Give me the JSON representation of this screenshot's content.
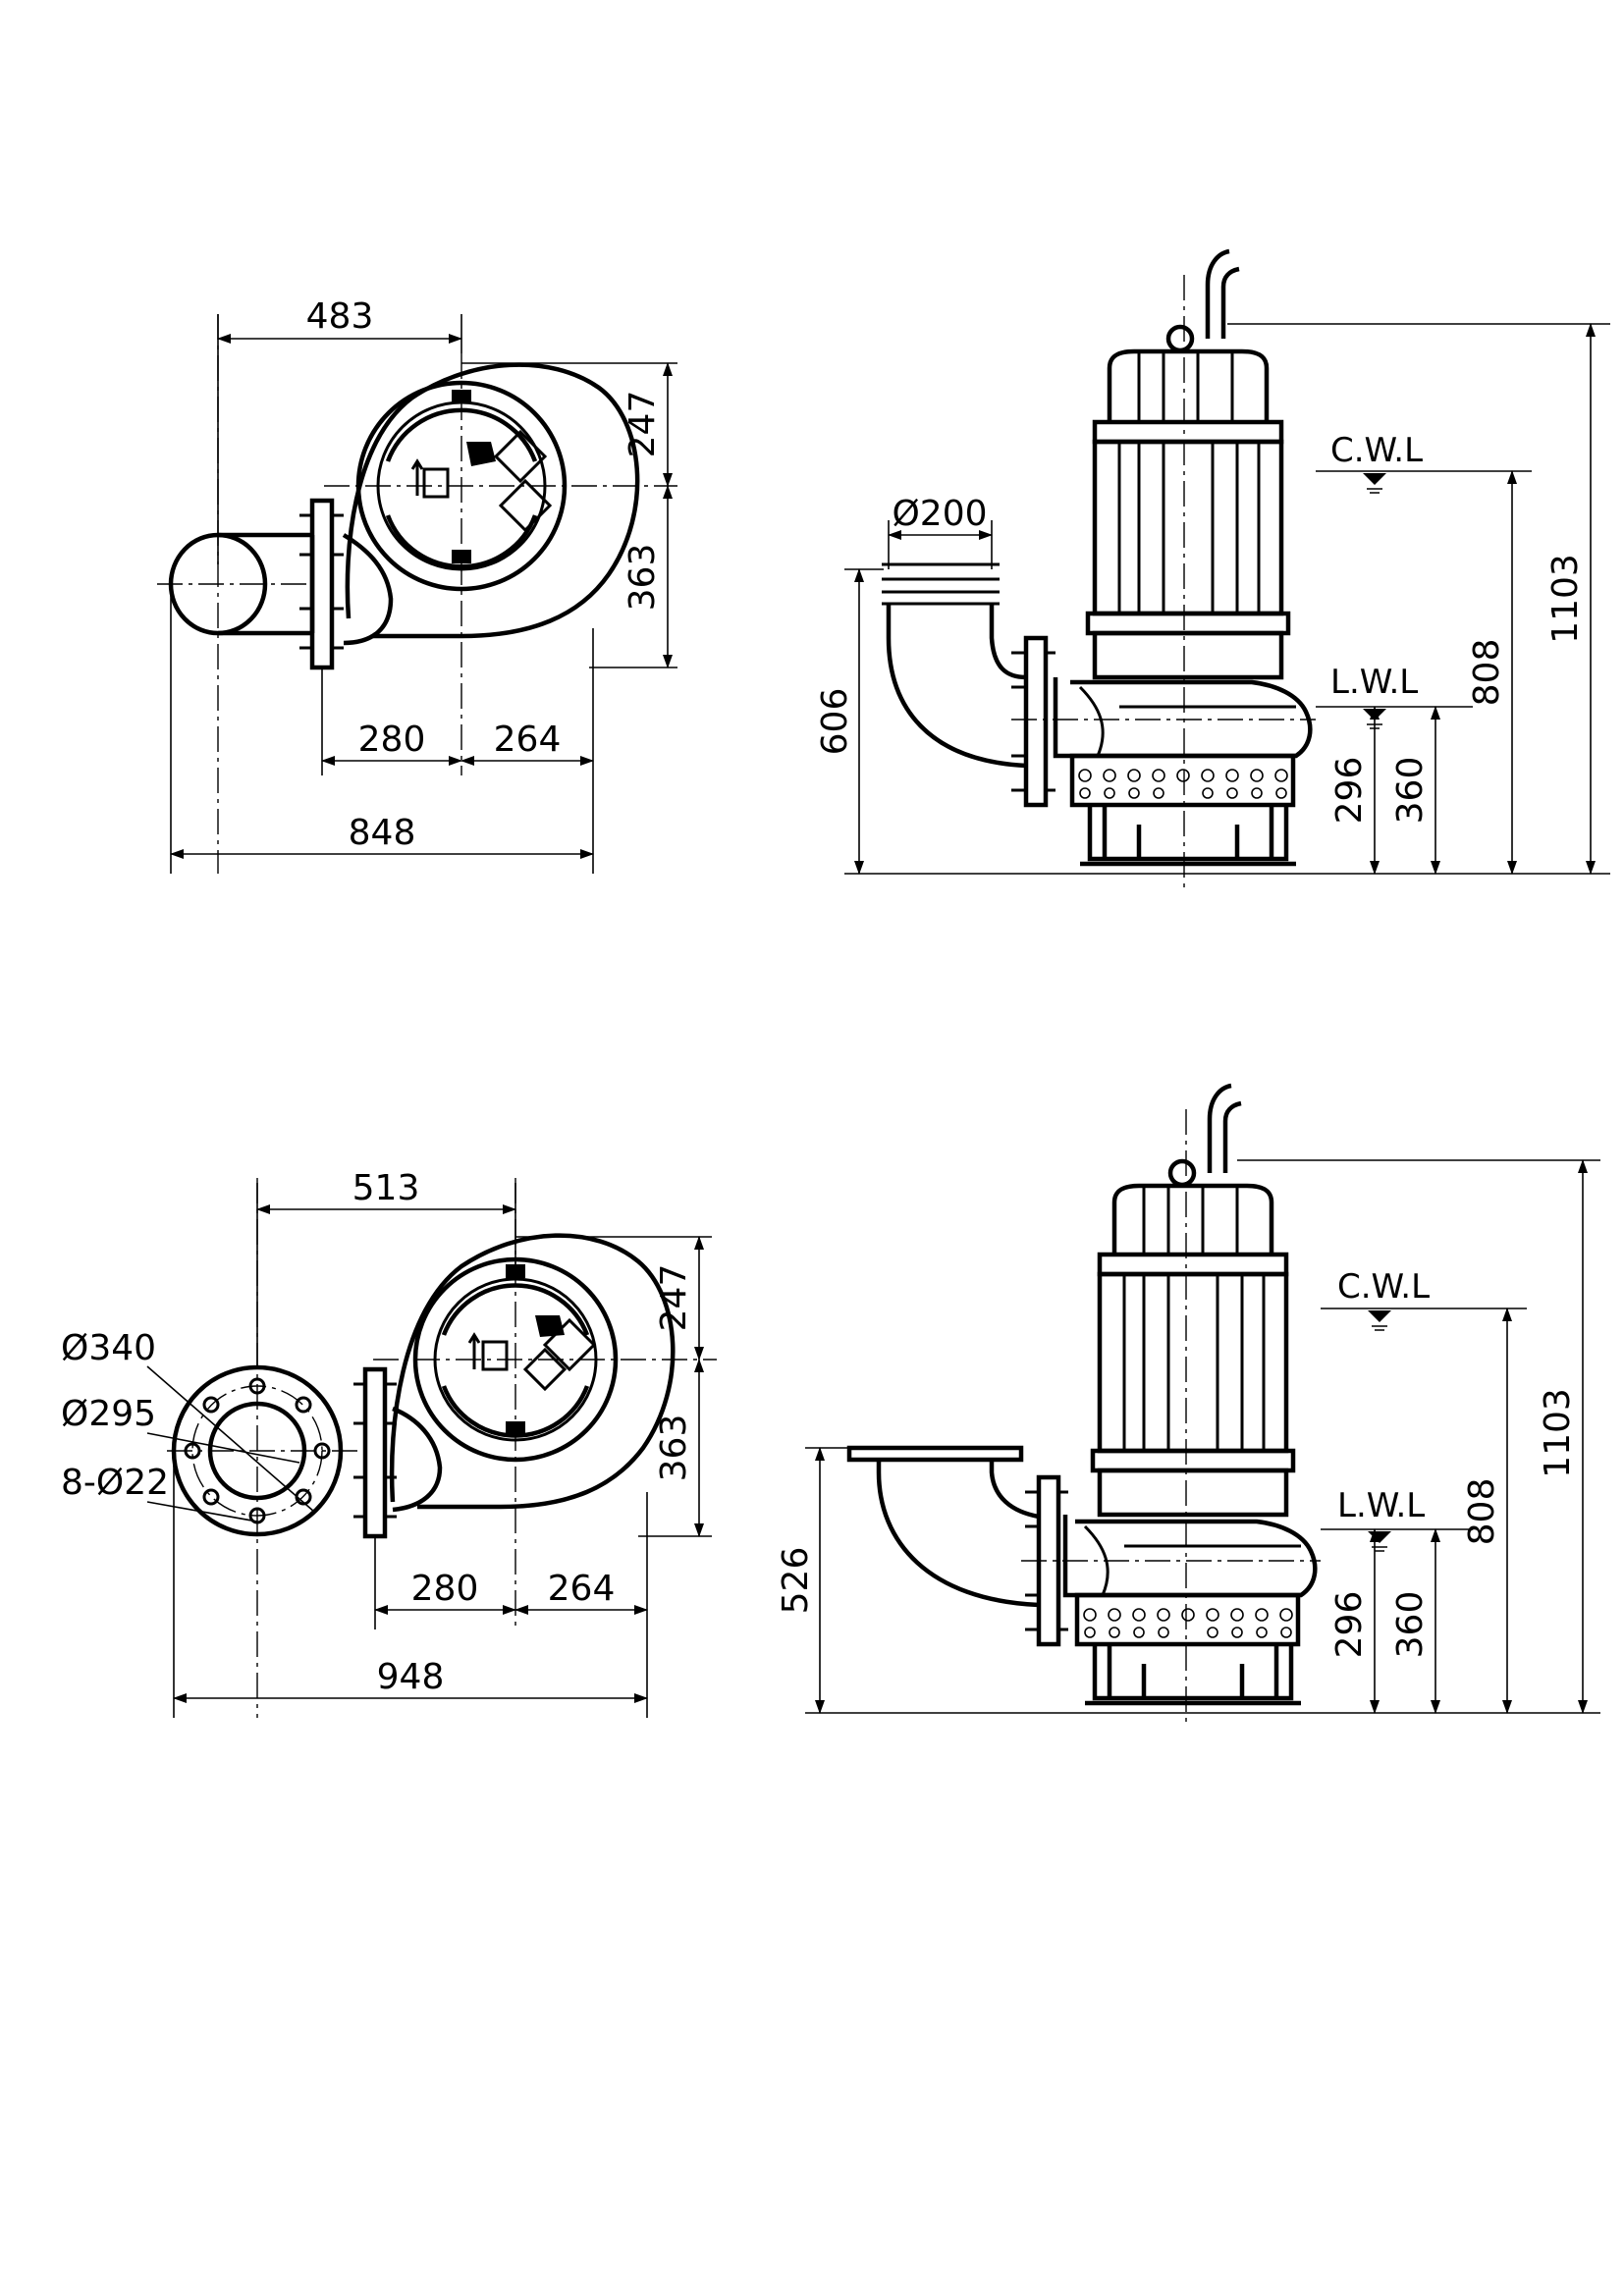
{
  "drawings": [
    {
      "id": "model-1",
      "plan": {
        "dims": {
          "top_width": "483",
          "upper_height": "247",
          "lower_height": "363",
          "left_offset": "280",
          "right_offset": "264",
          "overall_width": "848"
        }
      },
      "elevation": {
        "dims": {
          "outlet_diameter": "Ø200",
          "outlet_height": "606",
          "lwl_height": "296",
          "lwl_line_height": "360",
          "cwl_height": "808",
          "total_height": "1103"
        },
        "levels": {
          "cwl": "C.W.L",
          "lwl": "L.W.L"
        }
      }
    },
    {
      "id": "model-2",
      "plan": {
        "dims": {
          "top_width": "513",
          "upper_height": "247",
          "lower_height": "363",
          "left_offset": "280",
          "right_offset": "264",
          "overall_width": "948"
        },
        "flange_callouts": {
          "outer_diameter": "Ø340",
          "bolt_circle": "Ø295",
          "bolt_holes": "8-Ø22"
        }
      },
      "elevation": {
        "dims": {
          "outlet_height": "526",
          "lwl_height": "296",
          "lwl_line_height": "360",
          "cwl_height": "808",
          "total_height": "1103"
        },
        "levels": {
          "cwl": "C.W.L",
          "lwl": "L.W.L"
        }
      }
    }
  ]
}
